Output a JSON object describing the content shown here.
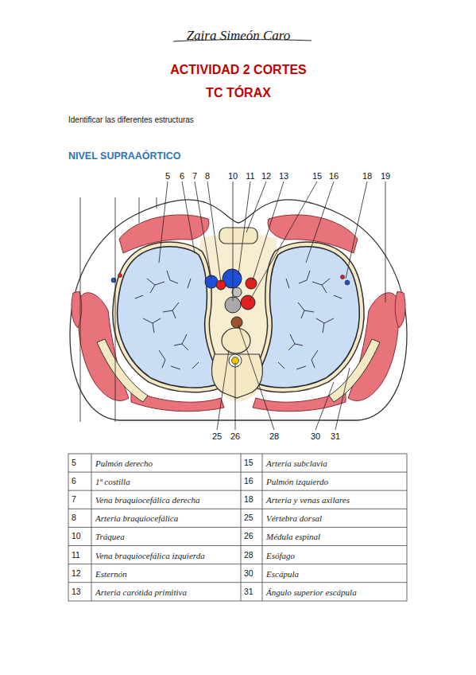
{
  "diagram": {
    "title": "ACTIVIDAD 2 CORTES",
    "labels": [
      "Zaira Simeón Caro",
      "TC TÓRAX",
      "Identificar las diferentes estructuras",
      "NIVEL SUPRAAÓRTICO",
      "5",
      "6",
      "7",
      "8",
      "10",
      "11",
      "12",
      "13",
      "15",
      "16",
      "18",
      "19",
      "25",
      "26",
      "28",
      "30",
      "31",
      "5",
      "Pulmón derecho",
      "15",
      "Arteria subclavia",
      "6",
      "1ª costilla",
      "16",
      "Pulmón izquierdo",
      "7",
      "Vena braquiocefálica derecha",
      "18",
      "Arteria y venas axilares",
      "8",
      "Arteria braquiocefálica",
      "25",
      "Vértebra dorsal",
      "10",
      "Tráquea",
      "26",
      "Médula espinal",
      "11",
      "Vena braquiocefálica izquierda",
      "28",
      "Esófago",
      "12",
      "Esternón",
      "30",
      "Escápula",
      "13",
      "Arteria carótida primitiva",
      "31",
      "Ángulo superior escápula"
    ]
  }
}
